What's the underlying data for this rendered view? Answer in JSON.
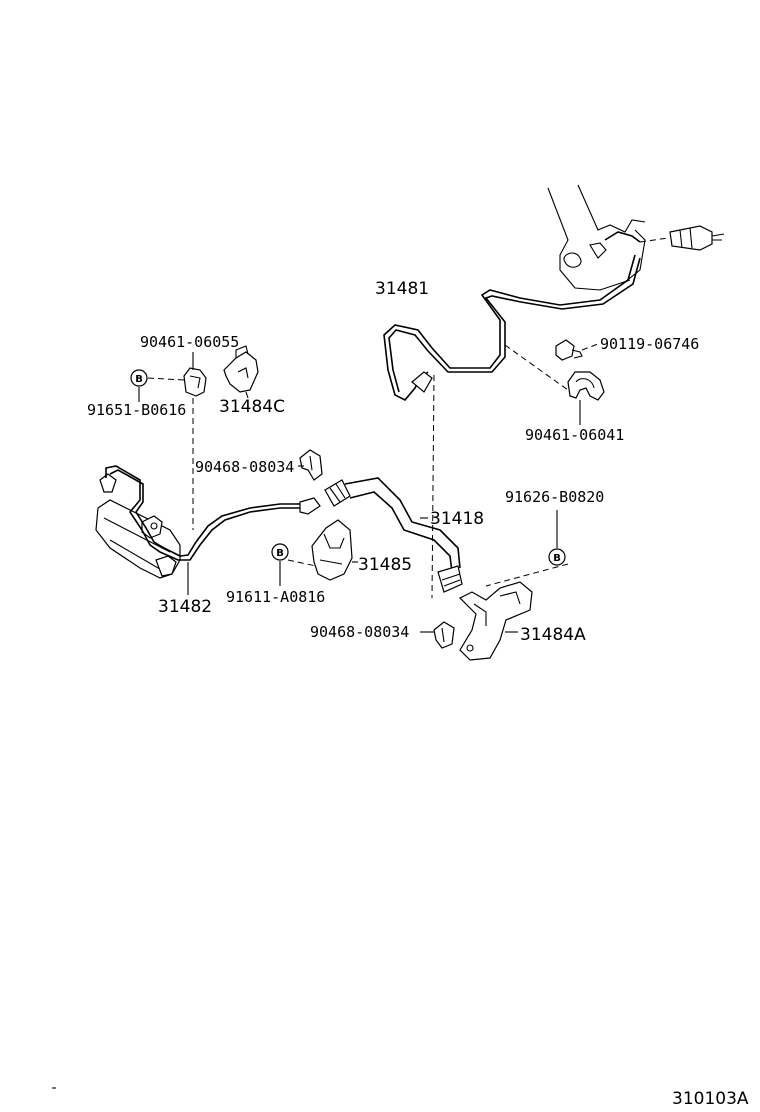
{
  "diagram": {
    "catalog_code": "310103A",
    "callouts": {
      "p31481": "31481",
      "p90119_06746": "90119-06746",
      "p90461_06041": "90461-06041",
      "p90461_06055": "90461-06055",
      "p91651_B0616": "91651-B0616",
      "p31484C": "31484C",
      "p90468_08034_upper": "90468-08034",
      "p31418": "31418",
      "p91626_B0820": "91626-B0820",
      "p31485": "31485",
      "p91611_A0816": "91611-A0816",
      "p31482": "31482",
      "p90468_08034_lower": "90468-08034",
      "p31484A": "31484A"
    },
    "bolt_marker": "B"
  }
}
